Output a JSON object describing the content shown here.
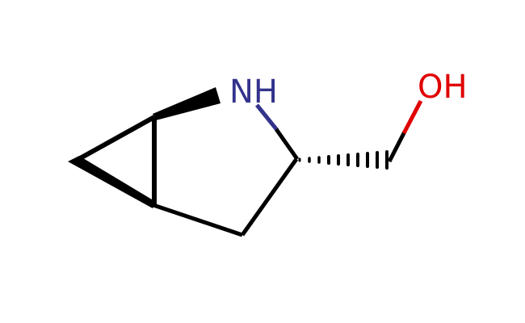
{
  "diagram": {
    "type": "chemical-structure",
    "molecule": "((1S,3S,5S)-2-azabicyclo[3.1.0]hexan-3-yl)methanol",
    "atoms": {
      "n_label": "NH",
      "o_label": "OH"
    },
    "colors": {
      "bond": "#000000",
      "nitrogen": "#33338c",
      "oxygen": "#e00000",
      "background": "#ffffff"
    }
  }
}
